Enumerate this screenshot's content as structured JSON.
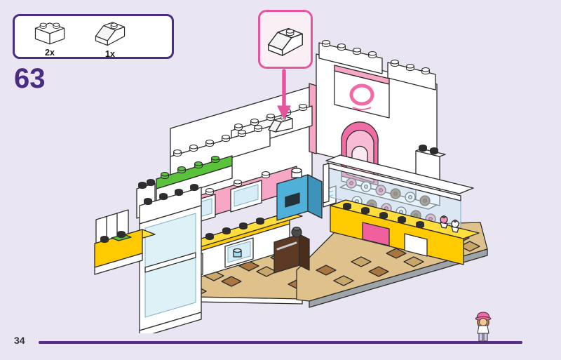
{
  "step": {
    "number": "63"
  },
  "parts_panel": {
    "parts": [
      {
        "name": "brick-1x2-white",
        "quantity": "2x"
      },
      {
        "name": "slope-45-2x1-white",
        "quantity": "1x"
      }
    ]
  },
  "callout": {
    "part_name": "slope-45-2x1-white"
  },
  "footer": {
    "page_number": "34"
  },
  "colors": {
    "background": "#EAE5F3",
    "accent_purple": "#4B2C83",
    "accent_pink": "#E7549E",
    "progress_bar": "#5A2D87",
    "lego_yellow": "#FFCB00",
    "lego_green": "#5BC23C",
    "lego_pink": "#F7A6C6",
    "lego_azure": "#4FB0D9",
    "floor_tan": "#DFC28B",
    "floor_brown": "#A9763F"
  },
  "model": {
    "name": "friends-bakery-assembly"
  }
}
